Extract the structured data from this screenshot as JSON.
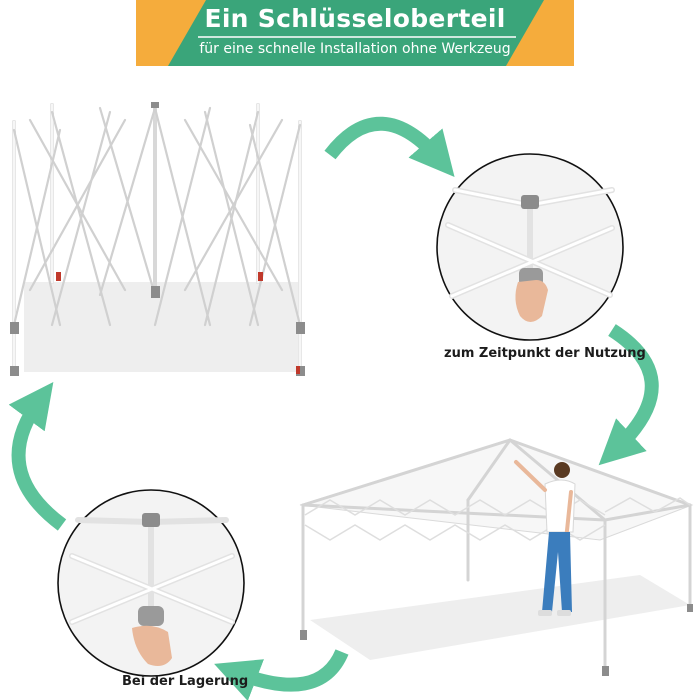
{
  "banner": {
    "title": "Ein Schlüsseloberteil",
    "subtitle": "für eine schnelle Installation ohne Werkzeug"
  },
  "captions": {
    "usage": "zum Zeitpunkt der Nutzung",
    "storage": "Bei der Lagerung"
  },
  "colors": {
    "banner_orange": "#f5ac3c",
    "banner_green": "#3aa57a",
    "arrow_green": "#5cc39a",
    "frame_white": "#f4f4f4",
    "frame_edge": "#c9c9c9",
    "connector_gray": "#8c8c8c",
    "foot_red": "#c0392b"
  },
  "icons": {
    "arrows": "curved-arrow-icon"
  }
}
